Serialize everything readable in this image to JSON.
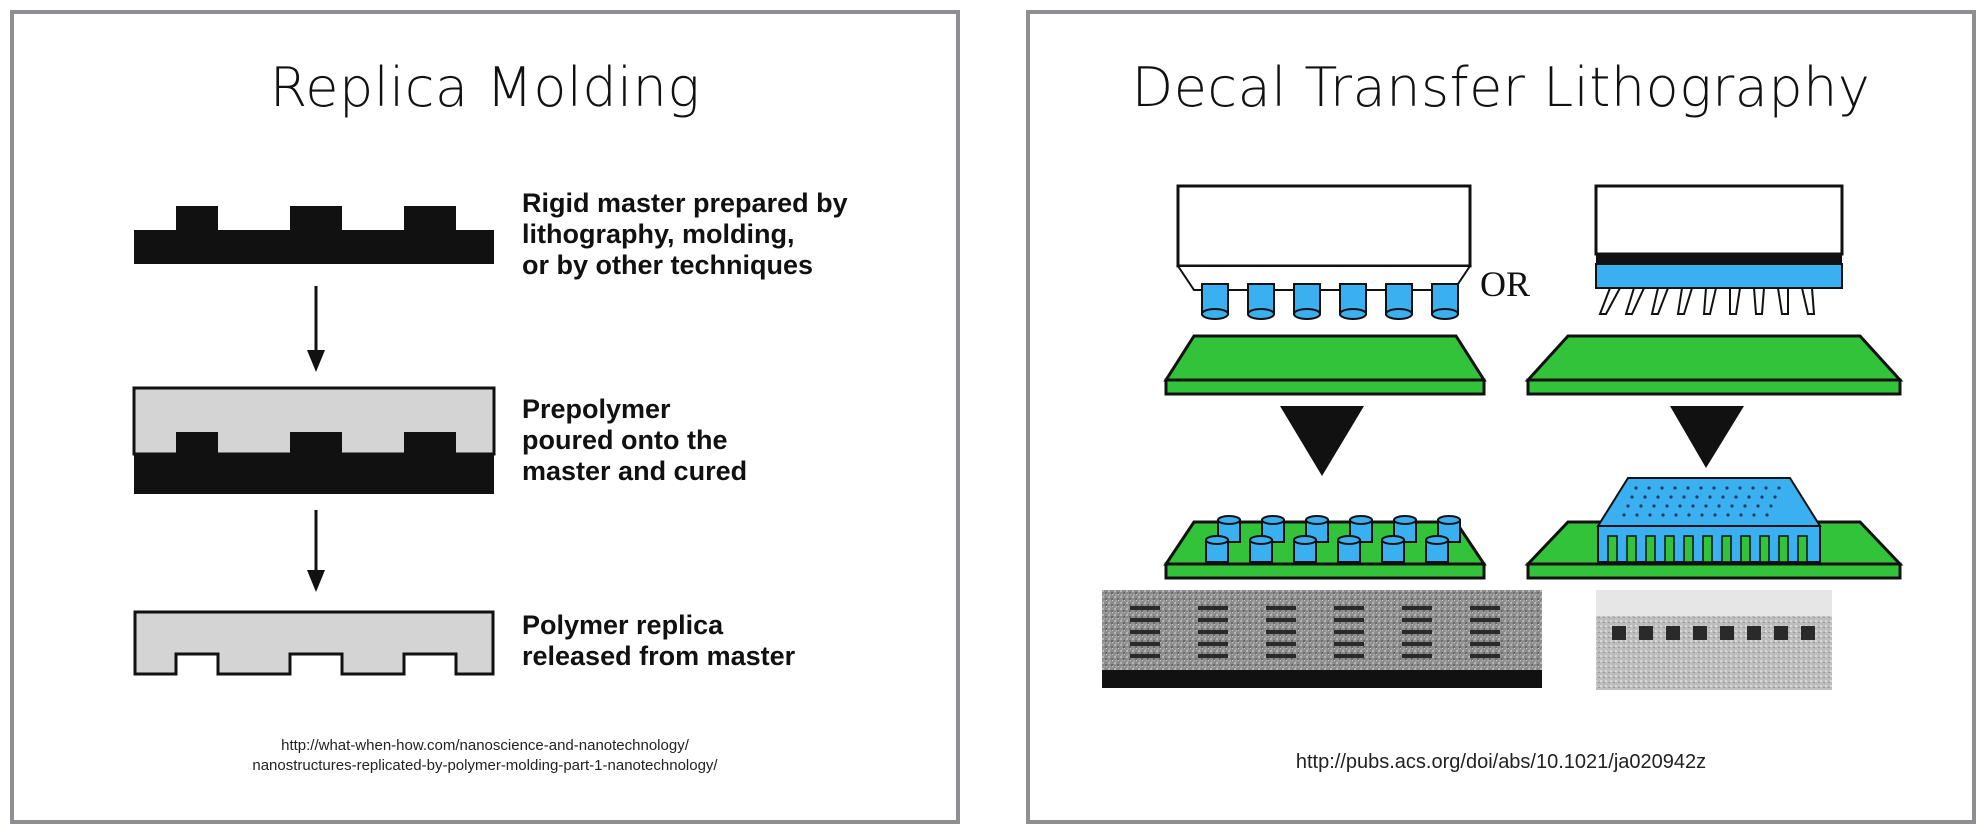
{
  "left_panel": {
    "title": "Replica Molding",
    "steps": [
      {
        "lines": [
          "Rigid master prepared by",
          "lithography, molding,",
          "or by other techniques"
        ]
      },
      {
        "lines": [
          "Prepolymer",
          "poured onto the",
          "master and cured"
        ]
      },
      {
        "lines": [
          "Polymer replica",
          "released from master"
        ]
      }
    ],
    "citation": [
      "http://what-when-how.com/nanoscience-and-nanotechnology/",
      "nanostructures-replicated-by-polymer-molding-part-1-nanotechnology/"
    ]
  },
  "right_panel": {
    "title": "Decal Transfer Lithography",
    "or_label": "OR",
    "citation": "http://pubs.acs.org/doi/abs/10.1021/ja020942z"
  },
  "colors": {
    "master": "#111111",
    "prepolymer": "#d4d4d4",
    "substrate_green": "#33c33a",
    "stamp_blue": "#3ab0f0",
    "border": "#8e8e93"
  }
}
